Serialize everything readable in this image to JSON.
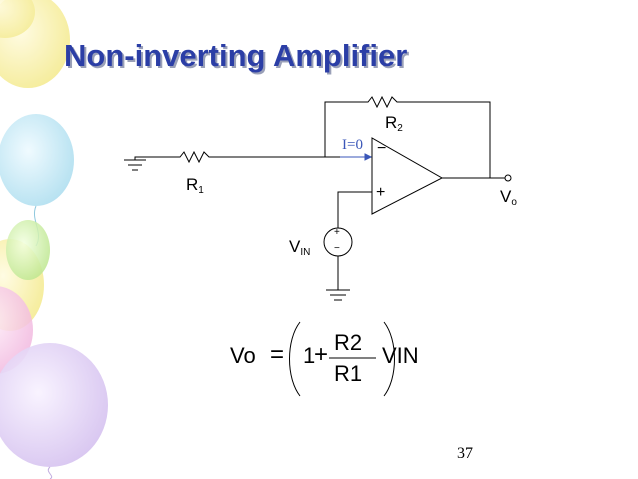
{
  "slide": {
    "title": "Non-inverting Amplifier",
    "page_number": "37"
  },
  "circuit": {
    "r1_label": "R",
    "r1_sub": "1",
    "r2_label": "R",
    "r2_sub": "2",
    "current_label": "I=0",
    "vo_label": "V",
    "vo_sub": "o",
    "vin_label": "V",
    "vin_sub": "IN",
    "opamp_minus": "−",
    "opamp_plus": "+",
    "source_plus": "+",
    "source_minus": "−"
  },
  "equation": {
    "lhs": "Vo",
    "equals": "=",
    "one": "1",
    "plus": "+",
    "numerator": "R2",
    "denominator": "R1",
    "rhs": "VIN"
  },
  "colors": {
    "title": "#2b3ea6",
    "title_shadow": "#9aa0b8",
    "current_label": "#3a56b8",
    "balloon_yellow": "#f7f0a6",
    "balloon_cyan": "#bfe6f2",
    "balloon_green": "#c9ec9c",
    "balloon_pink": "#f6c4e4",
    "balloon_lavender": "#dccaf2"
  }
}
